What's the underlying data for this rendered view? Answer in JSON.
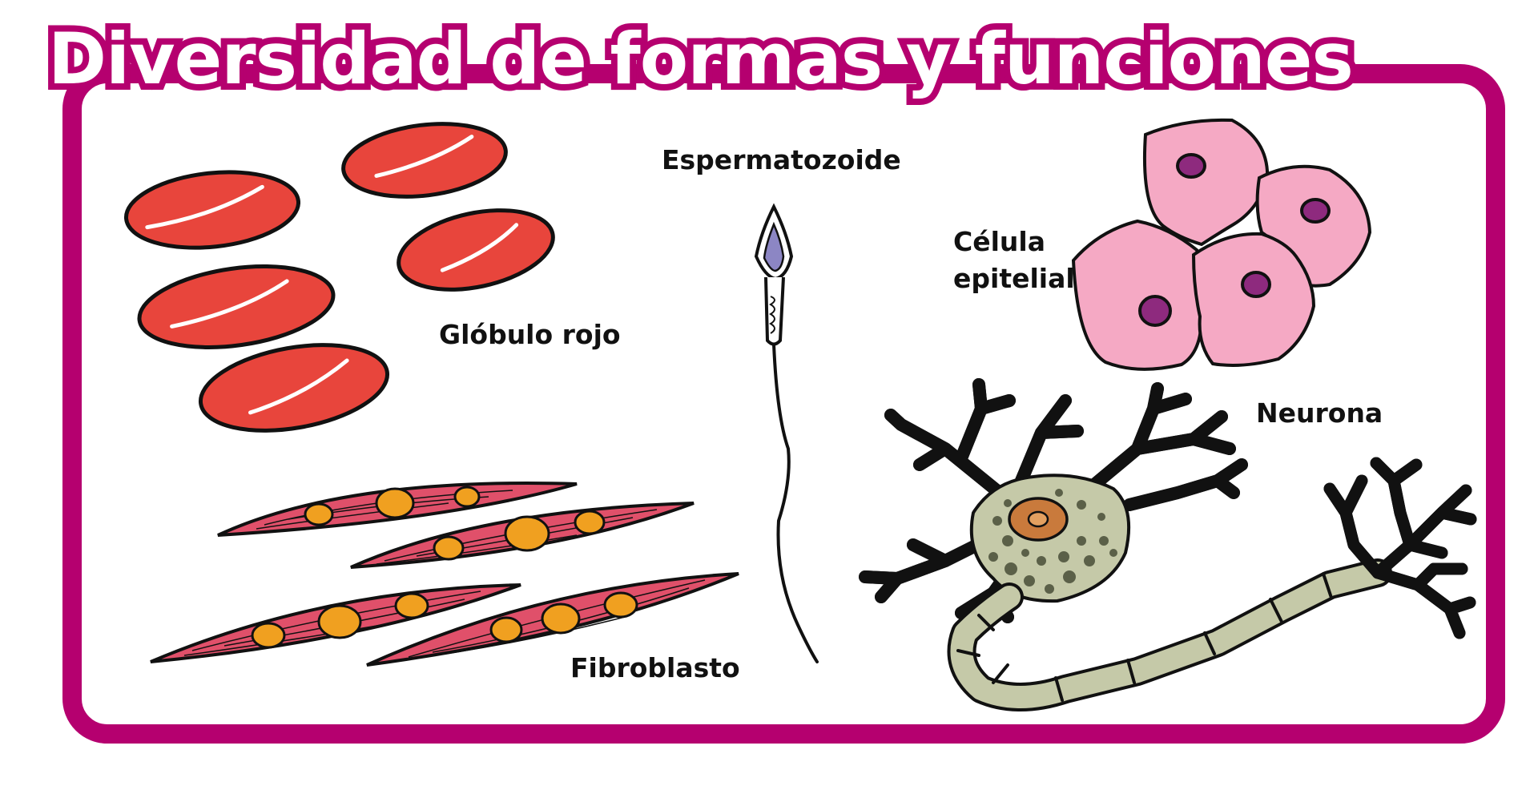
{
  "title": "Diversidad de formas y funciones",
  "labels": {
    "globulo_rojo": "Glóbulo rojo",
    "espermatozoide": "Espermatozoide",
    "celula_epitelial_line1": "Célula",
    "celula_epitelial_line2": "epitelial",
    "fibroblasto": "Fibroblasto",
    "neurona": "Neurona"
  },
  "colors": {
    "frame": "#b5006f",
    "red_cell": "#e8453c",
    "fibroblast": "#e0506a",
    "fibroblast_nucleus": "#f0a020",
    "epithelial": "#f5a9c4",
    "epithelial_nucleus": "#8e2a7e",
    "neuron": "#c5c9a8",
    "neuron_nucleus": "#c97a3c",
    "sperm_head": "#8c86c4",
    "outline": "#111111"
  }
}
